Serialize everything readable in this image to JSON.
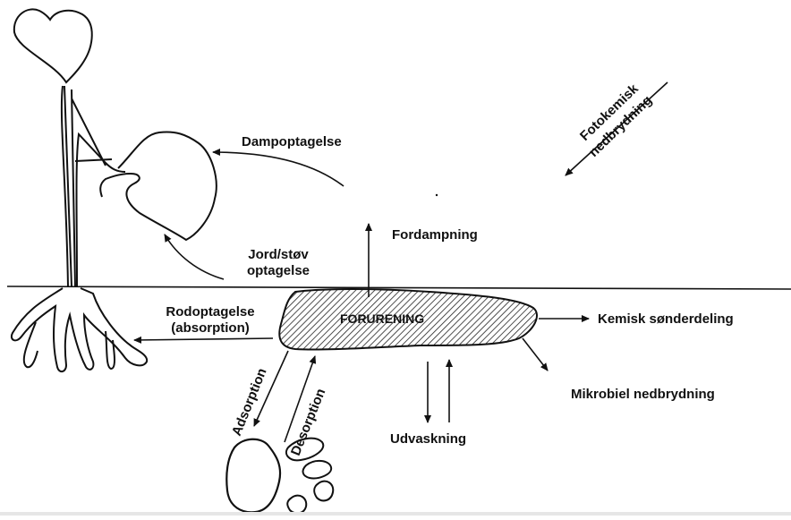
{
  "labels": {
    "dampoptagelse": "Dampoptagelse",
    "fotokemisk_line1": "Fotokemisk",
    "fotokemisk_line2": "nedbrydning",
    "fordampning": "Fordampning",
    "jord_line1": "Jord/støv",
    "jord_line2": "optagelse",
    "rod_line1": "Rodoptagelse",
    "rod_line2": "(absorption)",
    "forurening": "FORURENING",
    "kemisk": "Kemisk sønderdeling",
    "mikrobiel": "Mikrobiel nedbrydning",
    "adsorption": "Adsorption",
    "desorption": "Desorption",
    "udvaskning": "Udvaskning"
  },
  "colors": {
    "ink": "#111111",
    "background": "#ffffff"
  }
}
